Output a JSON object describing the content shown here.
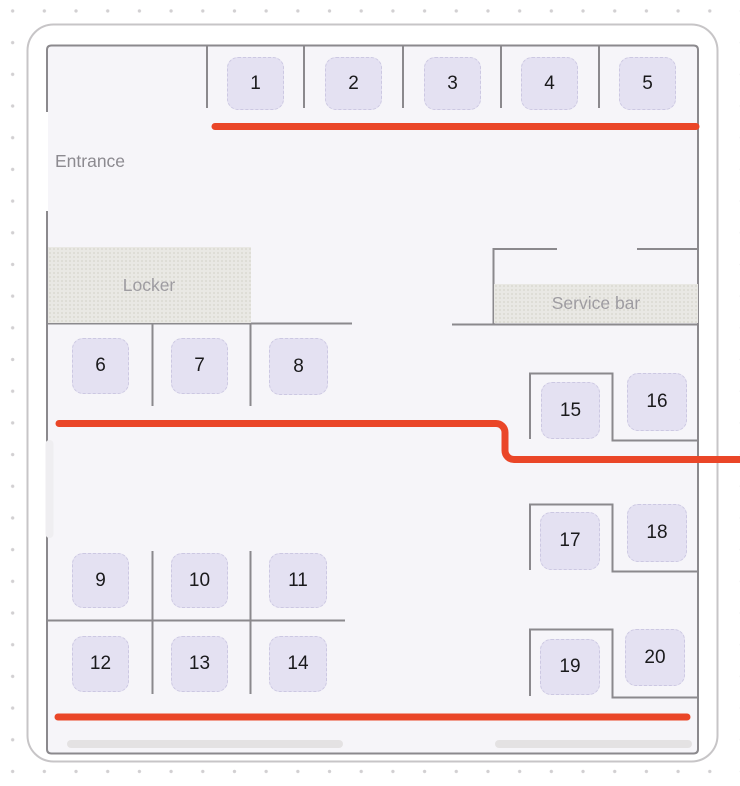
{
  "floorplan": {
    "entrance_label": "Entrance",
    "areas": {
      "locker": {
        "label": "Locker"
      },
      "service_bar": {
        "label": "Service bar"
      }
    },
    "tables": [
      {
        "label": "1"
      },
      {
        "label": "2"
      },
      {
        "label": "3"
      },
      {
        "label": "4"
      },
      {
        "label": "5"
      },
      {
        "label": "6"
      },
      {
        "label": "7"
      },
      {
        "label": "8"
      },
      {
        "label": "9"
      },
      {
        "label": "10"
      },
      {
        "label": "11"
      },
      {
        "label": "12"
      },
      {
        "label": "13"
      },
      {
        "label": "14"
      },
      {
        "label": "15"
      },
      {
        "label": "16"
      },
      {
        "label": "17"
      },
      {
        "label": "18"
      },
      {
        "label": "19"
      },
      {
        "label": "20"
      }
    ],
    "colors": {
      "accent_red": "#ea4628",
      "table_fill": "#e4e1f2",
      "area_fill": "#e9e8e4",
      "wall_gray": "#8b898d",
      "room_fill": "#f6f5f9",
      "frame_gray": "#c7c5c7"
    }
  }
}
